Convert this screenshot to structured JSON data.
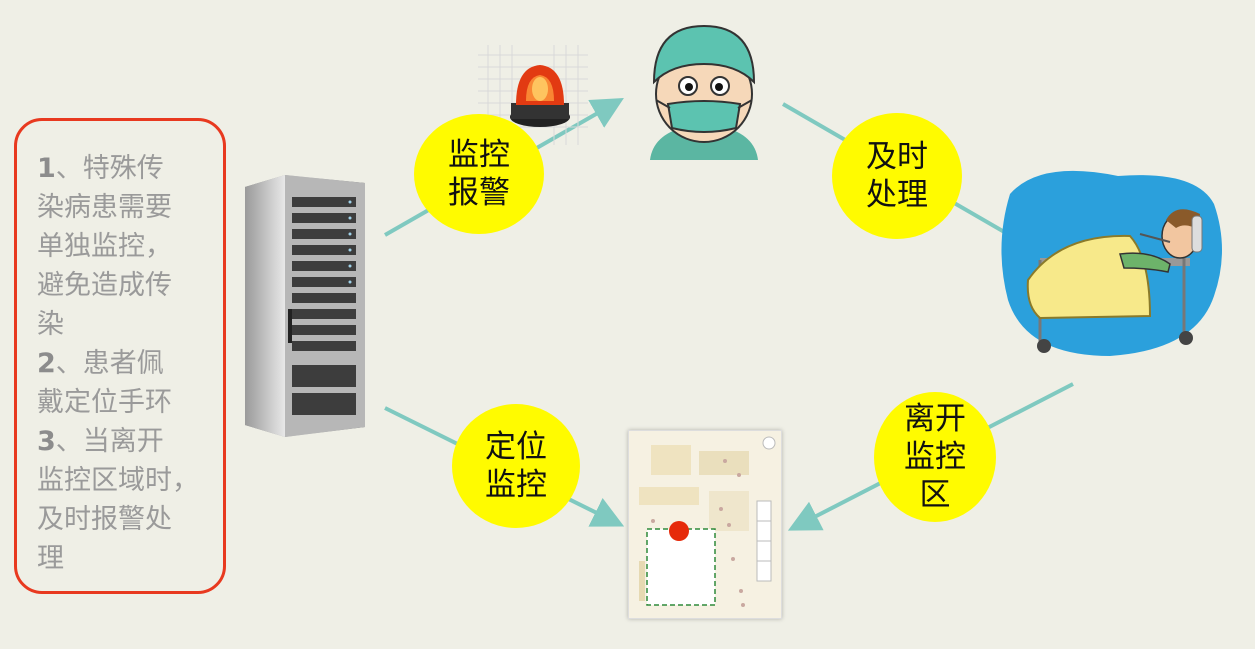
{
  "note": {
    "lines": [
      {
        "num": "1",
        "text": "、特殊传"
      },
      {
        "num": "",
        "text": "染病患需要"
      },
      {
        "num": "",
        "text": "单独监控，"
      },
      {
        "num": "",
        "text": "避免造成传"
      },
      {
        "num": "",
        "text": "染"
      },
      {
        "num": "2",
        "text": "、患者佩"
      },
      {
        "num": "",
        "text": "戴定位手环"
      },
      {
        "num": "3",
        "text": "、当离开"
      },
      {
        "num": "",
        "text": "监控区域时，"
      },
      {
        "num": "",
        "text": "及时报警处"
      },
      {
        "num": "",
        "text": "理"
      }
    ]
  },
  "bubbles": {
    "alarm": {
      "line1": "监控",
      "line2": "报警"
    },
    "handle": {
      "line1": "及时",
      "line2": "处理"
    },
    "leave": {
      "line1": "离开",
      "line2": "监控",
      "line3": "区"
    },
    "locate": {
      "line1": "定位",
      "line2": "监控"
    }
  },
  "colors": {
    "bubble": "#fffb00",
    "arrow": "#7fc9c0",
    "note_border": "#e8391f",
    "note_text": "#9a9a9a",
    "background": "#efefe6"
  },
  "icons": [
    "server-icon",
    "alarm-light-icon",
    "doctor-icon",
    "patient-bed-icon",
    "indoor-map-icon"
  ]
}
